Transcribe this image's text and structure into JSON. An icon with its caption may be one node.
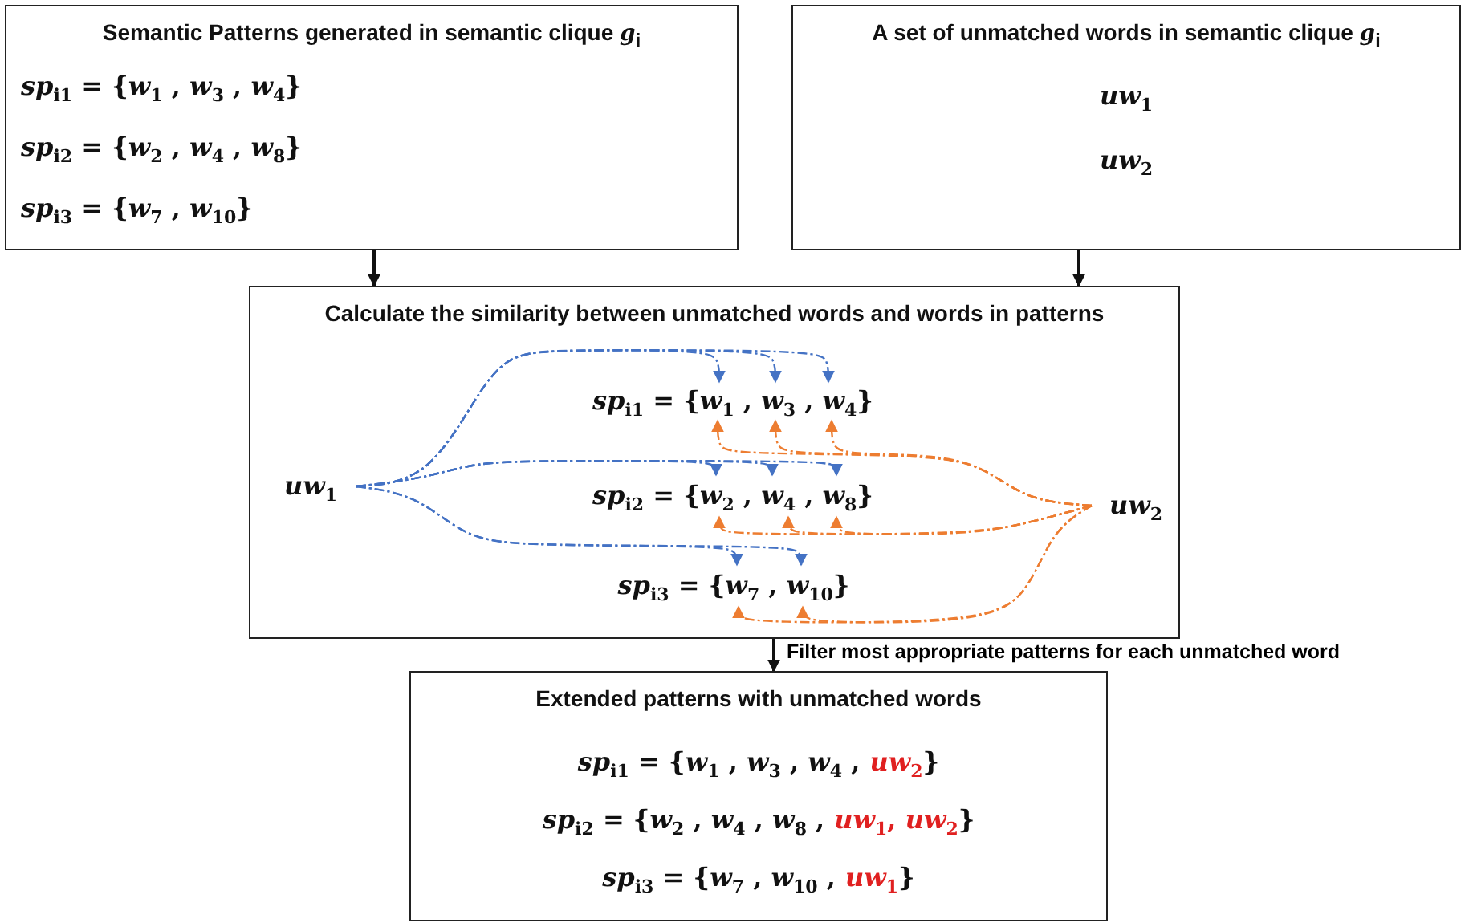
{
  "diagram": {
    "nodes": [
      {
        "text": [
          "Semantic Patterns generated in semantic clique *g*$_{i}$",
          "*sp*$_{i1}$ = {*w*$_{1}$ , *w*$_{3}$ , *w*$_{4}$}",
          "*sp*$_{i2}$ = {*w*$_{2}$ , *w*$_{4}$ , *w*$_{8}$}",
          "*sp*$_{i3}$ = {*w*$_{7}$ , *w*$_{10}$}"
        ]
      },
      {
        "text": [
          "A set of unmatched words in semantic clique *g*$_{i}$",
          "*uw*$_{1}$",
          "*uw*$_{2}$"
        ]
      },
      {
        "text": [
          "Calculate the similarity between unmatched words and words in patterns"
        ]
      },
      {
        "text": [
          "*uw*$_{1}$"
        ],
        "in": 2
      },
      {
        "text": [
          "*sp*$_{i1}$ = {*w*$_{1}$ , *w*$_{3}$ , *w*$_{4}$}"
        ],
        "in": 2
      },
      {
        "text": [
          "*sp*$_{i2}$ = {*w*$_{2}$ , *w*$_{4}$ , *w*$_{8}$}"
        ],
        "in": 2
      },
      {
        "text": [
          "*sp*$_{i3}$ = {*w*$_{7}$ , *w*$_{10}$}"
        ],
        "in": 2
      },
      {
        "text": [
          "*uw*$_{2}$"
        ],
        "in": 2
      },
      {
        "text": [
          "Extended patterns with unmatched words",
          "*sp*$_{i1}$ = {*w*$_{1}$ , *w*$_{3}$ , *w*$_{4}$ ,",
          "*uw*$_{2}$",
          "}",
          "*sp*$_{i2}$ = {*w*$_{2}$ , *w*$_{4}$ , *w*$_{8}$ ,",
          "*uw*$_{1}$, *uw*$_{2}$",
          "}",
          "*sp*$_{i3}$ = {*w*$_{7}$ , *w*$_{10}$ ,",
          "*uw*$_{1}$",
          "}"
        ]
      }
    ],
    "edges": [
      {
        "from": 0,
        "to": 2,
        "arrow": "to",
        "color": "#111111"
      },
      {
        "from": 1,
        "to": 2,
        "arrow": "to",
        "color": "#111111"
      },
      {
        "from": 2,
        "to": 8,
        "arrow": "to",
        "color": "#111111",
        "label": "Filter most appropriate patterns for each unmatched word"
      },
      {
        "from": 3,
        "to": 4,
        "arrow": "to",
        "style": "dashed",
        "color": "#4472c4"
      },
      {
        "from": 3,
        "to": 4,
        "arrow": "to",
        "style": "dashed",
        "color": "#4472c4"
      },
      {
        "from": 3,
        "to": 4,
        "arrow": "to",
        "style": "dashed",
        "color": "#4472c4"
      },
      {
        "from": 3,
        "to": 5,
        "arrow": "to",
        "style": "dashed",
        "color": "#4472c4"
      },
      {
        "from": 3,
        "to": 5,
        "arrow": "to",
        "style": "dashed",
        "color": "#4472c4"
      },
      {
        "from": 3,
        "to": 5,
        "arrow": "to",
        "style": "dashed",
        "color": "#4472c4"
      },
      {
        "from": 3,
        "to": 6,
        "arrow": "to",
        "style": "dashed",
        "color": "#4472c4"
      },
      {
        "from": 3,
        "to": 6,
        "arrow": "to",
        "style": "dashed",
        "color": "#4472c4"
      },
      {
        "from": 7,
        "to": 4,
        "arrow": "to",
        "style": "dashed",
        "color": "#ed7d31"
      },
      {
        "from": 7,
        "to": 4,
        "arrow": "to",
        "style": "dashed",
        "color": "#ed7d31"
      },
      {
        "from": 7,
        "to": 4,
        "arrow": "to",
        "style": "dashed",
        "color": "#ed7d31"
      },
      {
        "from": 7,
        "to": 5,
        "arrow": "to",
        "style": "dashed",
        "color": "#ed7d31"
      },
      {
        "from": 7,
        "to": 5,
        "arrow": "to",
        "style": "dashed",
        "color": "#ed7d31"
      },
      {
        "from": 7,
        "to": 5,
        "arrow": "to",
        "style": "dashed",
        "color": "#ed7d31"
      },
      {
        "from": 7,
        "to": 6,
        "arrow": "to",
        "style": "dashed",
        "color": "#ed7d31"
      },
      {
        "from": 7,
        "to": 6,
        "arrow": "to",
        "style": "dashed",
        "color": "#ed7d31"
      }
    ]
  }
}
